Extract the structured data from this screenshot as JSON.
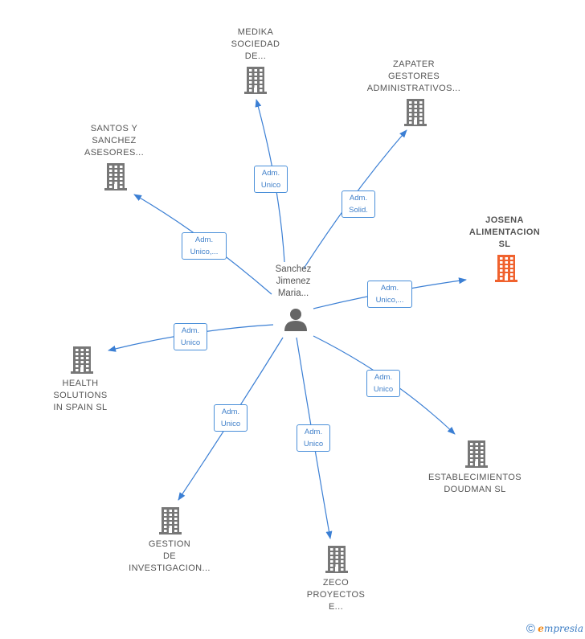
{
  "center": {
    "label": "Sanchez\nJimenez\nMaria..."
  },
  "nodes": [
    {
      "id": "medika",
      "label": "MEDIKA\nSOCIEDAD\nDE...",
      "highlight": false
    },
    {
      "id": "zapater",
      "label": "ZAPATER\nGESTORES\nADMINISTRATIVOS...",
      "highlight": false
    },
    {
      "id": "santos",
      "label": "SANTOS Y\nSANCHEZ\nASESORES...",
      "highlight": false
    },
    {
      "id": "josena",
      "label": "JOSENA\nALIMENTACION\nSL",
      "highlight": true
    },
    {
      "id": "health",
      "label": "HEALTH\nSOLUTIONS\nIN SPAIN  SL",
      "highlight": false
    },
    {
      "id": "establecimientos",
      "label": "ESTABLECIMIENTOS\nDOUDMAN  SL",
      "highlight": false
    },
    {
      "id": "gestion",
      "label": "GESTION\nDE\nINVESTIGACION...",
      "highlight": false
    },
    {
      "id": "zeco",
      "label": "ZECO\nPROYECTOS\nE...",
      "highlight": false
    }
  ],
  "edges": [
    {
      "to": "medika",
      "label": "Adm.\nUnico"
    },
    {
      "to": "zapater",
      "label": "Adm.\nSolid."
    },
    {
      "to": "santos",
      "label": "Adm.\nUnico,..."
    },
    {
      "to": "josena",
      "label": "Adm.\nUnico,..."
    },
    {
      "to": "health",
      "label": "Adm.\nUnico"
    },
    {
      "to": "establecimientos",
      "label": "Adm.\nUnico"
    },
    {
      "to": "gestion",
      "label": "Adm.\nUnico"
    },
    {
      "to": "zeco",
      "label": "Adm.\nUnico"
    }
  ],
  "colors": {
    "edge": "#3b7fd4",
    "building": "#777777",
    "building_highlight": "#f0622e",
    "person": "#666666"
  },
  "footer": {
    "copyright_symbol": "©",
    "brand_first": "e",
    "brand_rest": "mpresia"
  }
}
